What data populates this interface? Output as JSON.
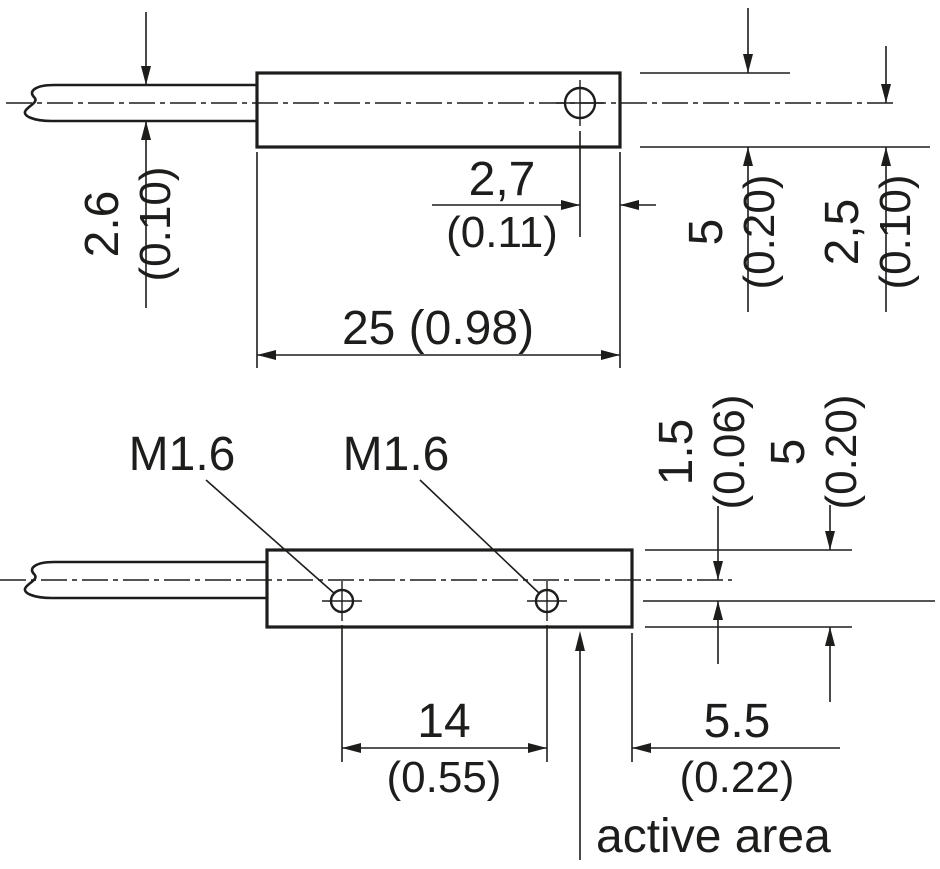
{
  "drawing": {
    "kind": "sensor-dimension-drawing",
    "units": "mm (inch)",
    "colors": {
      "line": "#1d1d1b",
      "background": "#ffffff"
    },
    "top_view": {
      "cable_diameter_mm": "2.6",
      "cable_diameter_in": "(0.10)",
      "hole_to_end_mm": "2,7",
      "hole_to_end_in": "(0.11)",
      "body_length": "25 (0.98)",
      "body_height_mm": "5",
      "body_height_in": "(0.20)",
      "center_to_edge_mm": "2,5",
      "center_to_edge_in": "(0.10)"
    },
    "bottom_view": {
      "thread_label_1": "M1.6",
      "thread_label_2": "M1.6",
      "center_offset_mm": "1.5",
      "center_offset_in": "(0.06)",
      "body_height_mm": "5",
      "body_height_in": "(0.20)",
      "hole_spacing_mm": "14",
      "hole_spacing_in": "(0.55)",
      "hole_to_end_mm": "5.5",
      "hole_to_end_in": "(0.22)",
      "active_area_label": "active area"
    }
  }
}
